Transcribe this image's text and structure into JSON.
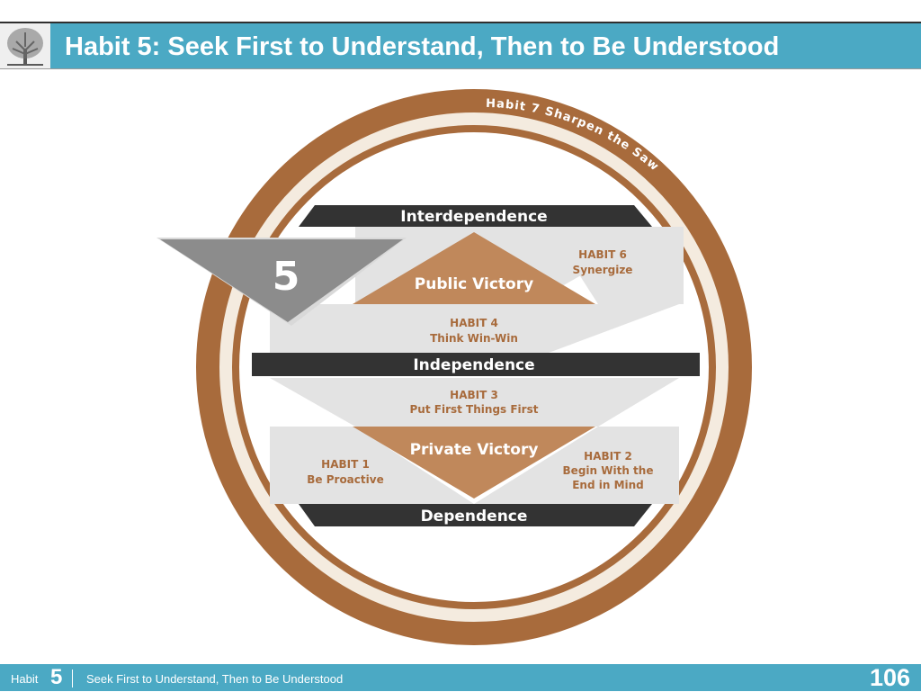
{
  "header": {
    "title": "Habit 5: Seek First to Understand, Then to Be Understood"
  },
  "diagram": {
    "ring_label": "Habit 7 Sharpen the Saw",
    "bands": {
      "top": "Interdependence",
      "middle": "Independence",
      "bottom": "Dependence"
    },
    "public_victory": "Public Victory",
    "private_victory": "Private Victory",
    "arrow_number": "5",
    "habits": {
      "h6": {
        "label": "HABIT 6",
        "name": "Synergize"
      },
      "h4": {
        "label": "HABIT 4",
        "name": "Think Win-Win"
      },
      "h3": {
        "label": "HABIT 3",
        "name": "Put First Things First"
      },
      "h1": {
        "label": "HABIT 1",
        "name": "Be Proactive"
      },
      "h2": {
        "label": "HABIT 2",
        "name1": "Begin With the",
        "name2": "End in Mind"
      }
    },
    "colors": {
      "ring": "#a86b3c",
      "band": "#333333",
      "victory": "#c0885b",
      "arrow": "#8c8c8c",
      "panel": "#e3e3e3"
    }
  },
  "footer": {
    "habit_label": "Habit",
    "habit_number": "5",
    "text": "Seek First to Understand, Then to Be Understood",
    "page": "106"
  }
}
